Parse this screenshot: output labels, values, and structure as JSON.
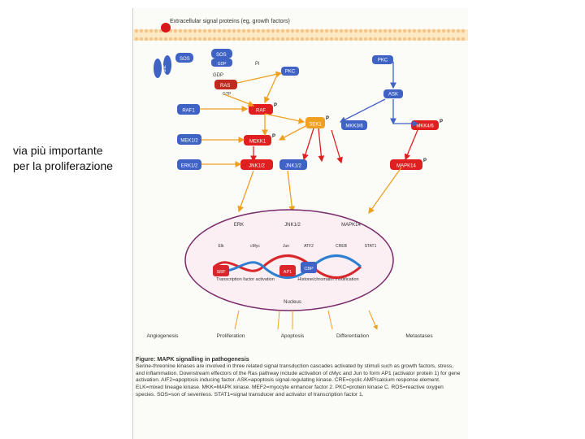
{
  "side_note": {
    "line1": "via più importante",
    "line2": "per la proliferazione"
  },
  "diagram": {
    "header": "Extracellular signal proteins (eg, growth factors)",
    "receptors": [
      "Shc",
      "Grb2",
      "SOS"
    ],
    "ras": {
      "gdp": "GDP",
      "ras": "RAS",
      "gtp": "GTP",
      "sos_ras": "SOS",
      "pi": "Pi"
    },
    "nodes": {
      "pkc1": "PKC",
      "pkc2": "PKC",
      "ask": "ASK",
      "raf": "RAF",
      "raf1": "RAF1",
      "mek12": "MEK1/2",
      "erk12": "ERK1/2",
      "mekk": "MEKK1",
      "sek1": "SEK1",
      "jnk12": "JNK1/2",
      "jnk1b": "JNK1/2",
      "mkk36": "MKK3/6",
      "mkk24": "MKK4/6",
      "mapk14": "MAPK14"
    },
    "phospho": "P",
    "nucleus_kinases": [
      "ERK",
      "JNK1/2",
      "MAPK14"
    ],
    "tf_top": [
      "Elk",
      "cMyc",
      "Jun",
      "ATF2",
      "CREB",
      "STAT1"
    ],
    "tf_bottom": [
      "SRF",
      "AP1",
      "CBP"
    ],
    "nucleus_notes": {
      "left": "Transcription factor activation",
      "right": "Histone/chromatin modification",
      "label": "Nucleus"
    },
    "outcomes": [
      "Angiogenesis",
      "Proliferation",
      "Apoptosis",
      "Differentiation",
      "Metastases"
    ]
  },
  "caption": {
    "title": "Figure: MAPK signalling in pathogenesis",
    "body": "Serine-threonine kinases are involved in three related signal transduction cascades activated by stimuli such as growth factors, stress, and inflammation. Downstream effectors of the Ras pathway include activation of cMyc and Jun to form AP1 (activator protein 1) for gene activation. AIF2=apoptosis inducing factor. ASK=apoptosis signal-regulating kinase. CRE=cyclic AMP/calcium response element. ELK=mixed lineage kinase. MKK=MAPK kinase. MEF2=myocyte enhancer factor 2. PKC=protein kinase C. ROS=reactive oxygen species. SOS=son of sevenless. STAT1=signal transducer and activator of transcription factor 1."
  },
  "colors": {
    "red": "#e02020",
    "blue": "#3f63c4",
    "orange": "#f0a020",
    "purple": "#7a2a6a",
    "nucleus_fill": "#fbeff4"
  }
}
